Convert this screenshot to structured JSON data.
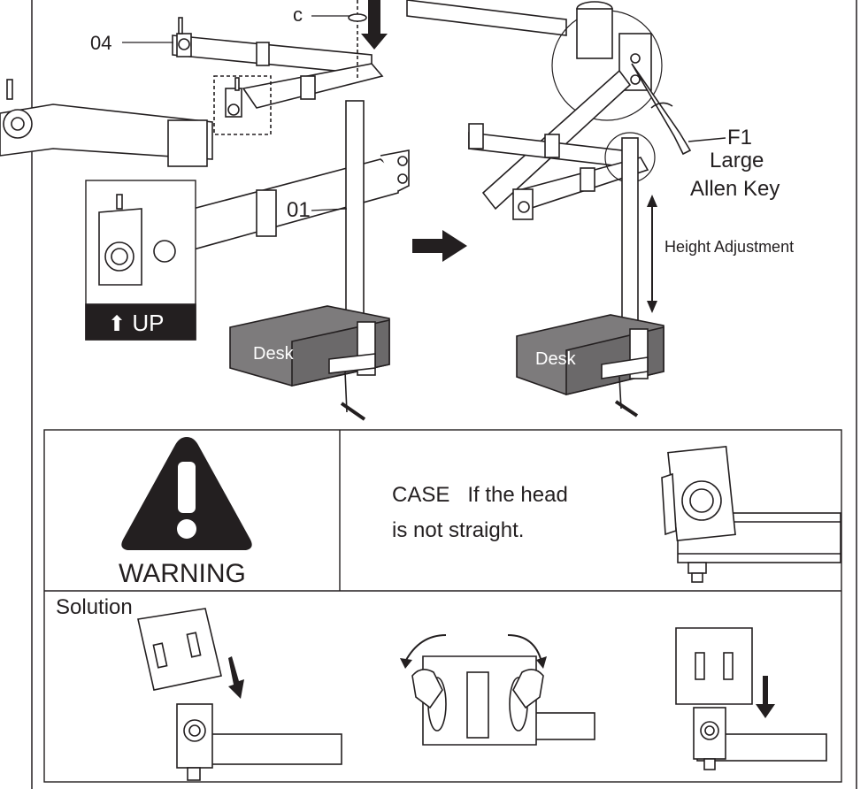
{
  "top_diagram": {
    "part_04": "04",
    "part_c": "c",
    "part_01": "01",
    "up_label": "UP",
    "desk_left": "Desk",
    "desk_right": "Desk",
    "tool_code": "F1",
    "tool_name_line1": "Large",
    "tool_name_line2": "Allen Key",
    "height_adjustment": "Height Adjustment"
  },
  "warning_panel": {
    "warning_label": "WARNING",
    "case_line1": "CASE   If the head",
    "case_line2": "is not straight."
  },
  "solution_panel": {
    "solution_label": "Solution"
  },
  "colors": {
    "ink": "#231f20",
    "desk_fill": "#7d7b7c",
    "arm_fill": "#ffffff"
  }
}
